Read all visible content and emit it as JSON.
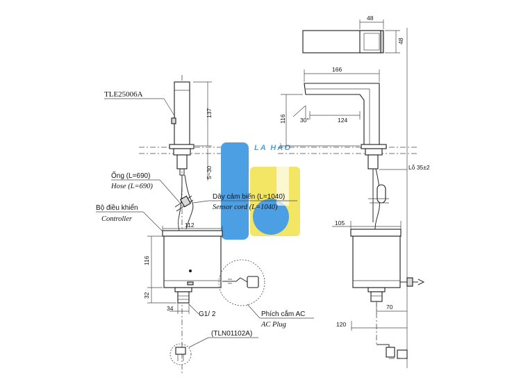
{
  "labels": {
    "model": "TLE25006A",
    "hose_vn": "Ống (L=690)",
    "hose_en": "Hose (L=690)",
    "sensor_vn": "Dây cảm biến (L=1040)",
    "sensor_en": "Sensor cord (L=1040)",
    "controller_vn": "Bộ điều khiển",
    "controller_en": "Controller",
    "thread": "G1/ 2",
    "plug_vn": "Phích cắm AC",
    "plug_en": "AC Plug",
    "valve": "(TLN01102A)",
    "watermark": "LA HÀO"
  },
  "dimensions": {
    "faucet_height": "137",
    "gap": "5~30",
    "controller_width": "112",
    "controller_height": "116",
    "controller_depth_bottom": "32",
    "outlet": "34",
    "top_width": "48",
    "top_height": "48",
    "spout_length": "166",
    "spout_height": "116",
    "angle": "30°",
    "spout_reach": "124",
    "hole": "Lỗ 35±2",
    "side_width": "105",
    "side_offset": "70",
    "side_offset2": "120"
  },
  "colors": {
    "line": "#1a1a1a",
    "watermark_blue": "#2f8fe0",
    "watermark_yellow": "#f2e24a"
  }
}
